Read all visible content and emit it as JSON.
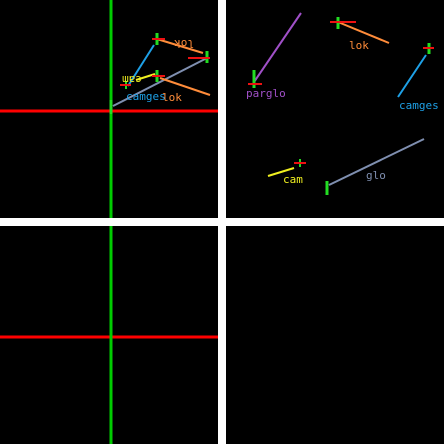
{
  "colors": {
    "background": "#000000",
    "divider": "#ffffff",
    "axis_horizontal": "#ff0000",
    "axis_vertical": "#00cc00",
    "handle_green": "#22dd22",
    "handle_red": "#ee1111"
  },
  "panels": {
    "top_left": {
      "labels": {
        "lok_rotated": "lok",
        "cam_rotated": "cam",
        "camges": "camges",
        "lok": "lok"
      }
    },
    "top_right": {
      "labels": {
        "lok": "lok",
        "parglo": "parglo",
        "camges": "camges",
        "cam": "cam",
        "glo": "glo"
      }
    }
  },
  "segment_colors": {
    "lok": "#ff8c3a",
    "parglo": "#a050c8",
    "camges": "#1ea0e6",
    "cam": "#f0f020",
    "glo": "#7f8fb0"
  }
}
